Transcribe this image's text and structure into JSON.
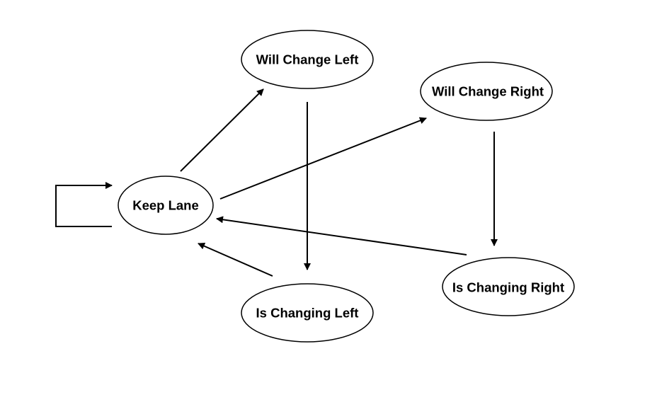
{
  "states": {
    "keep_lane": "Keep Lane",
    "will_change_left": "Will Change Left",
    "will_change_right": "Will Change Right",
    "is_changing_left": "Is Changing Left",
    "is_changing_right": "Is Changing Right"
  },
  "transitions": [
    {
      "from": "keep_lane",
      "to": "keep_lane"
    },
    {
      "from": "keep_lane",
      "to": "will_change_left"
    },
    {
      "from": "keep_lane",
      "to": "will_change_right"
    },
    {
      "from": "will_change_left",
      "to": "is_changing_left"
    },
    {
      "from": "will_change_right",
      "to": "is_changing_right"
    },
    {
      "from": "is_changing_left",
      "to": "keep_lane"
    },
    {
      "from": "is_changing_right",
      "to": "keep_lane"
    }
  ],
  "colors": {
    "stroke": "#000000",
    "fill": "#ffffff",
    "text": "#000000"
  }
}
